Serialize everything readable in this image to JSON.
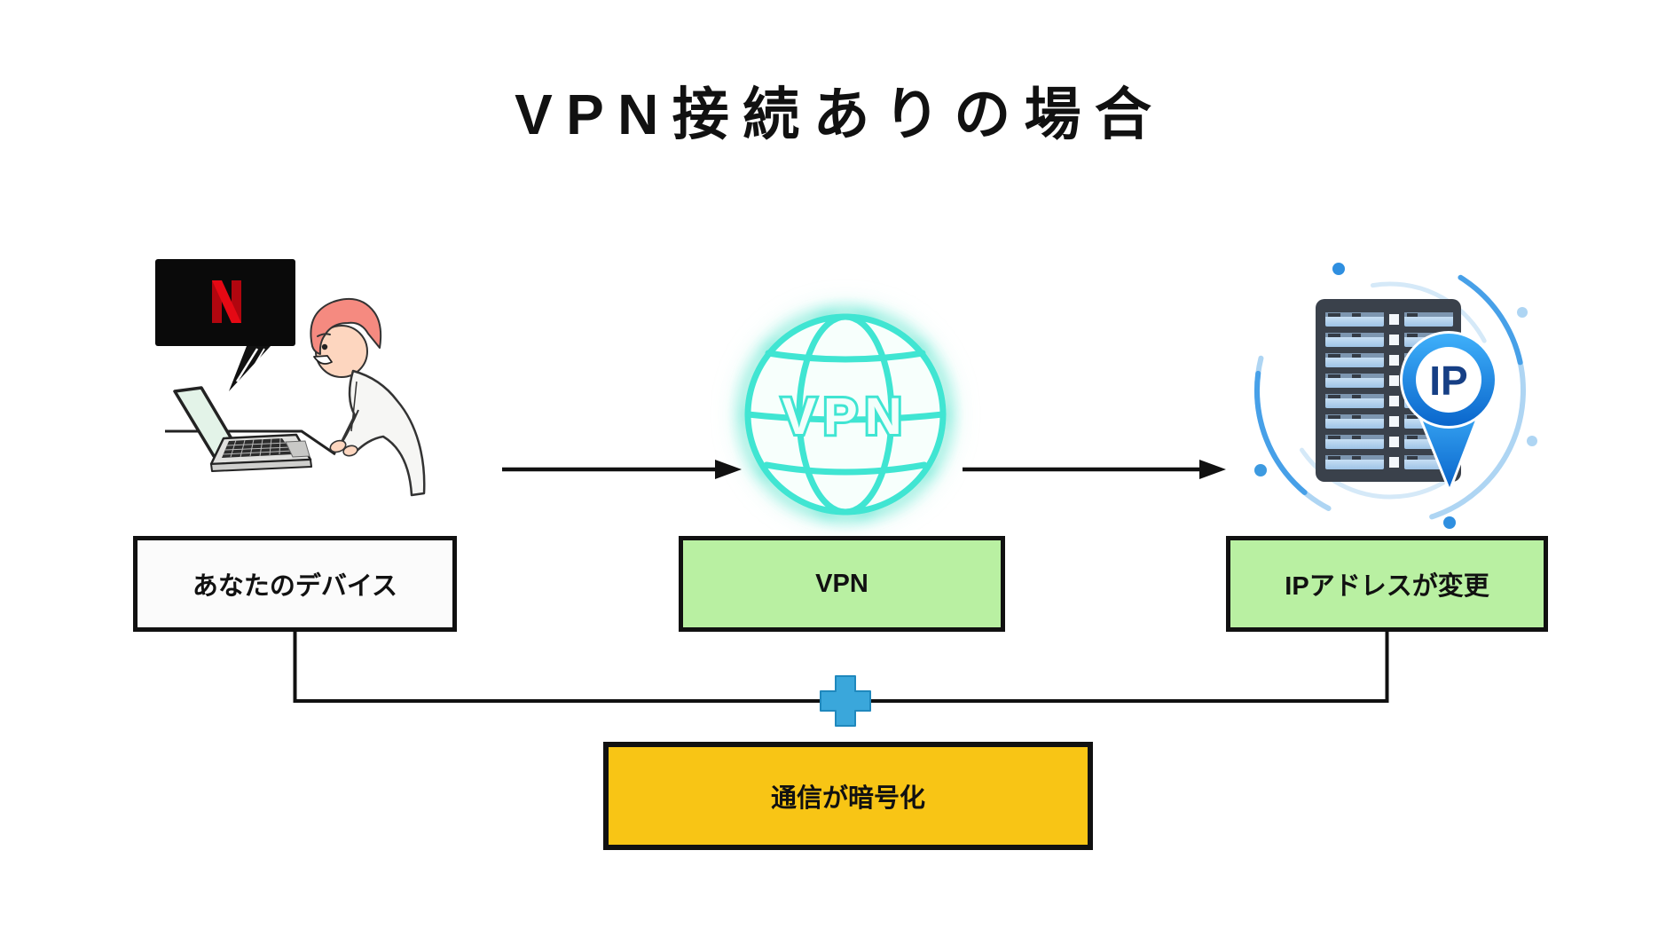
{
  "title": "VPN接続ありの場合",
  "boxes": {
    "device": "あなたのデバイス",
    "vpn": "VPN",
    "ip_changed": "IPアドレスが変更",
    "encrypted": "通信が暗号化"
  },
  "illustrations": {
    "globe_label": "VPN",
    "pin_label": "IP",
    "netflix_icon": "netflix-n-logo",
    "person": "person-watching-laptop",
    "server": "server-with-ip-pin"
  },
  "colors": {
    "green_box": "#b9f0a2",
    "white_box": "#fbfbfb",
    "yellow_box": "#f8c515",
    "plus_blue": "#3aa7db",
    "neon_cyan": "#3fe5d2",
    "netflix_red": "#e50914",
    "pin_blue": "#0d72d8",
    "line_black": "#111111"
  }
}
